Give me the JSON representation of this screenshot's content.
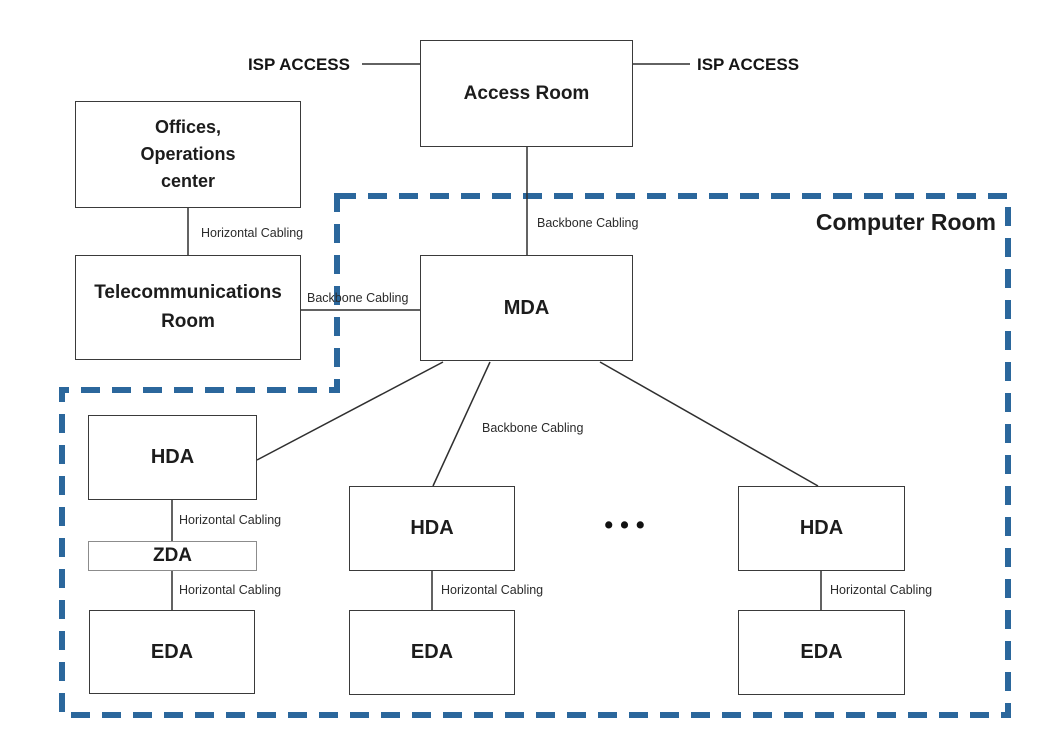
{
  "colors": {
    "dashed_border": "#2b679c",
    "line": "#2f2f2f",
    "box_border": "#3a3a3a"
  },
  "labels": {
    "isp_left": "ISP ACCESS",
    "isp_right": "ISP ACCESS",
    "computer_room": "Computer Room",
    "backbone_top": "Backbone Cabling",
    "backbone_left": "Backbone Cabling",
    "backbone_mid": "Backbone Cabling",
    "horizontal_offices": "Horizontal Cabling",
    "horizontal_hda_left": "Horizontal Cabling",
    "horizontal_zda": "Horizontal Cabling",
    "horizontal_hda_mid": "Horizontal Cabling",
    "horizontal_hda_right": "Horizontal Cabling",
    "ellipsis": "•••"
  },
  "nodes": {
    "access_room": {
      "label": "Access Room"
    },
    "offices": {
      "lines": [
        "Offices,",
        "Operations",
        "center"
      ]
    },
    "telecom_room": {
      "lines": [
        "Telecommunications",
        "Room"
      ]
    },
    "mda": {
      "label": "MDA"
    },
    "hda_left": {
      "label": "HDA"
    },
    "zda": {
      "label": "ZDA"
    },
    "eda_left": {
      "label": "EDA"
    },
    "hda_mid": {
      "label": "HDA"
    },
    "eda_mid": {
      "label": "EDA"
    },
    "hda_right": {
      "label": "HDA"
    },
    "eda_right": {
      "label": "EDA"
    }
  }
}
